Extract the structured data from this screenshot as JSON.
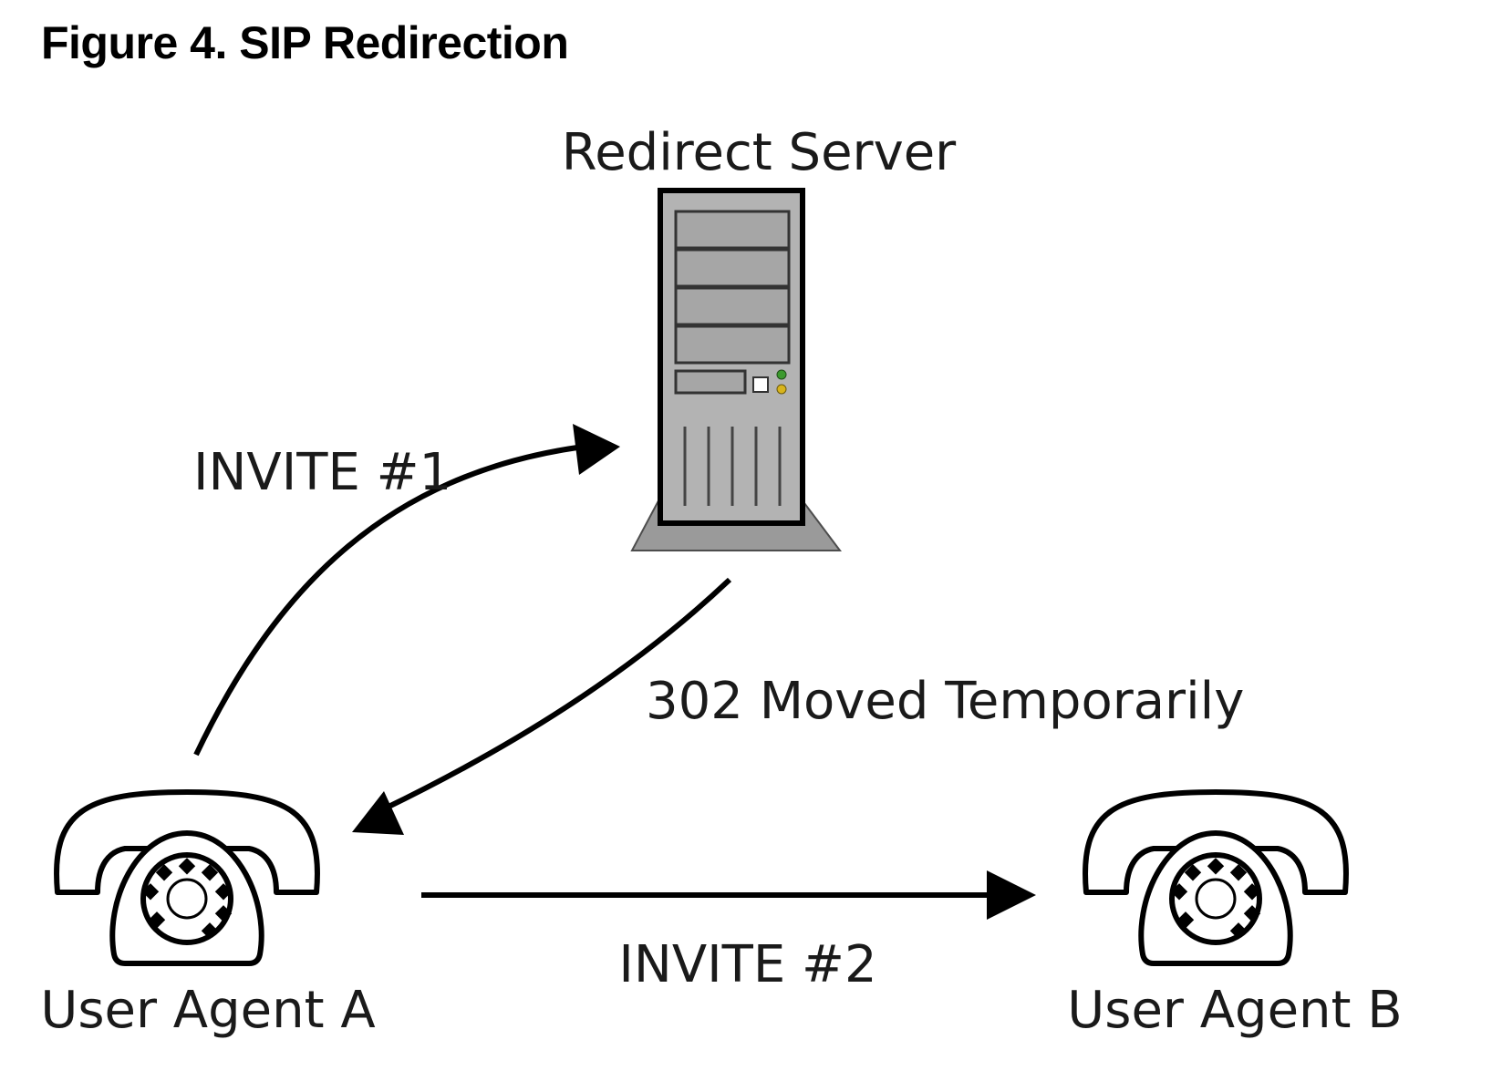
{
  "figure": {
    "title": "Figure 4. SIP Redirection"
  },
  "nodes": {
    "redirect_server": {
      "label": "Redirect Server",
      "icon": "server-tower-icon"
    },
    "user_agent_a": {
      "label": "User Agent A",
      "icon": "rotary-telephone-icon"
    },
    "user_agent_b": {
      "label": "User Agent B",
      "icon": "rotary-telephone-icon"
    }
  },
  "edges": {
    "invite_1": {
      "label": "INVITE #1",
      "from": "User Agent A",
      "to": "Redirect Server"
    },
    "moved_302": {
      "label": "302 Moved Temporarily",
      "from": "Redirect Server",
      "to": "User Agent A"
    },
    "invite_2": {
      "label": "INVITE #2",
      "from": "User Agent A",
      "to": "User Agent B"
    }
  }
}
